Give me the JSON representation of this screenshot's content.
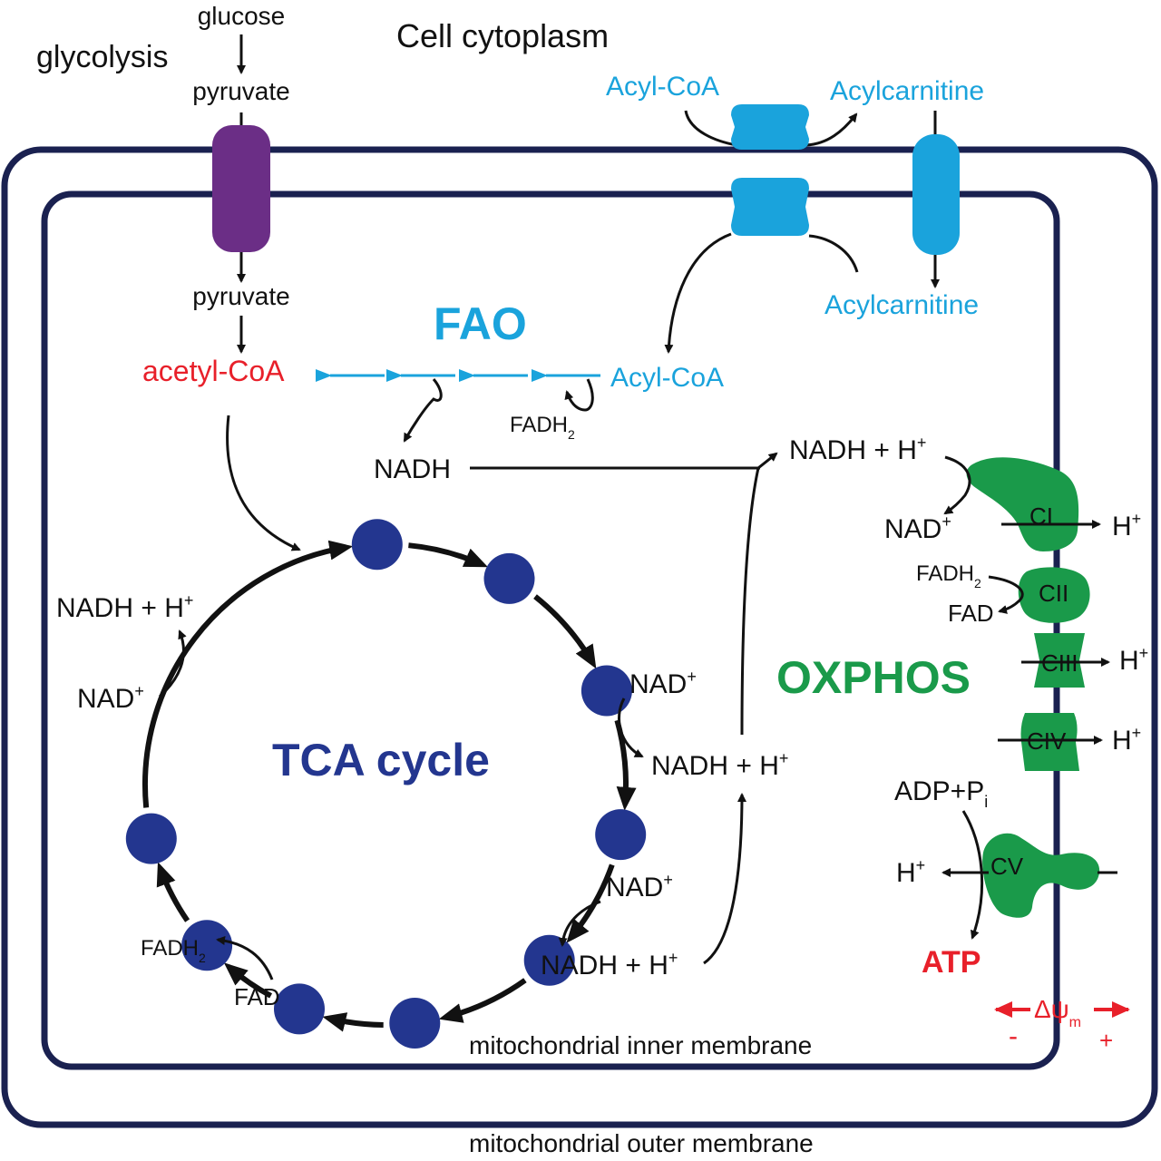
{
  "colors": {
    "membrane": "#1a2150",
    "black": "#111111",
    "cyan": "#1aa3dc",
    "purple": "#6b2e86",
    "green": "#1a9a4a",
    "navy": "#23368f",
    "red": "#e8202a"
  },
  "labels": {
    "glucose": "glucose",
    "glycolysis": "glycolysis",
    "pyruvate_cyto": "pyruvate",
    "cell_cytoplasm": "Cell cytoplasm",
    "acylcoa_cyto": "Acyl-CoA",
    "acylcarnitine_cyto": "Acylcarnitine",
    "acylcarnitine_ims": "Acylcarnitine",
    "pyruvate_matrix": "pyruvate",
    "fao": "FAO",
    "acetylcoa": "acetyl-CoA",
    "acylcoa_matrix": "Acyl-CoA",
    "fadh2_fao": "FADH",
    "fadh2_fao_sub": "2",
    "nadh_fao": "NADH",
    "nadh_h_oxphos": "NADH + H",
    "nad_oxphos": "NAD",
    "ci": "CI",
    "h_ci": "H",
    "fadh2_cii": "FADH",
    "fadh2_cii_sub": "2",
    "fad_cii": "FAD",
    "cii": "CII",
    "oxphos": "OXPHOS",
    "ciii": "CIII",
    "h_ciii": "H",
    "civ": "CIV",
    "h_civ": "H",
    "adp_pi": "ADP+P",
    "adp_pi_sub": "i",
    "cv": "CV",
    "h_cv": "H",
    "atp": "ATP",
    "delta_psi": "Δψ",
    "delta_psi_sub": "m",
    "minus": "-",
    "plus": "+",
    "tca_cycle": "TCA cycle",
    "nadh_h_tca_left": "NADH + H",
    "nad_tca_left": "NAD",
    "nad_tca_right1": "NAD",
    "nadh_h_tca_right1": "NADH + H",
    "nad_tca_right2": "NAD",
    "nadh_h_tca_right2": "NADH + H",
    "fadh2_tca": "FADH",
    "fadh2_tca_sub": "2",
    "fad_tca": "FAD",
    "superscript_plus": "+",
    "inner_membrane": "mitochondrial inner membrane",
    "outer_membrane": "mitochondrial outer membrane"
  },
  "tca_node_angles_deg": [
    -92,
    -59,
    -23,
    12,
    47,
    83,
    111,
    138,
    167
  ]
}
